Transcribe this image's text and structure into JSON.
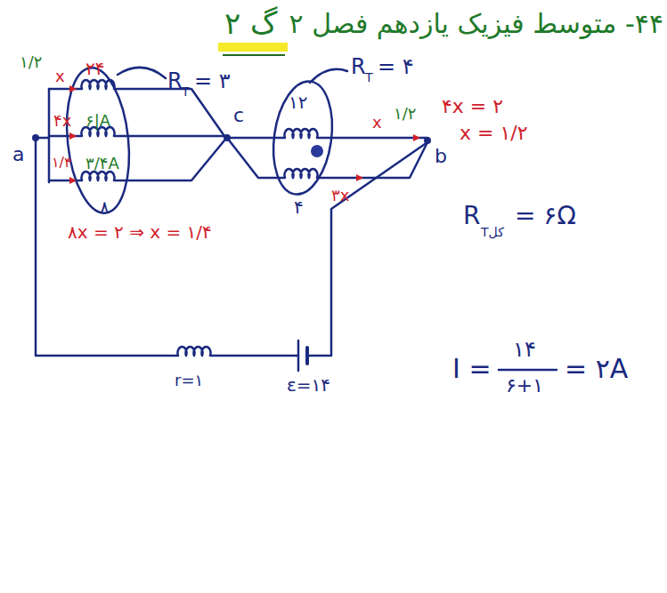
{
  "diagram": {
    "labels": [
      "۲ گ",
      "۴۴- متوسط فیزیک یازدهم فصل ۲",
      "۱/۲",
      "x",
      "۲۴",
      "R",
      "T",
      "= ۳",
      "۴x",
      "۶|A",
      "۱/۴",
      "۳/۴A",
      "۸",
      "۸x = ۲ ⇒ x = ۱/۴",
      "a",
      "c",
      "b",
      "R",
      "T",
      "= ۴",
      "۱۲",
      "x",
      "۱/۲",
      "۴x = ۲",
      "x = ۱/۲",
      "۴",
      "۳x",
      "R",
      "Tکل",
      "= ۶Ω",
      "r=۱",
      "ε=۱۴",
      "I =",
      "۱۴",
      "۶+۱",
      "= ۲A"
    ]
  }
}
